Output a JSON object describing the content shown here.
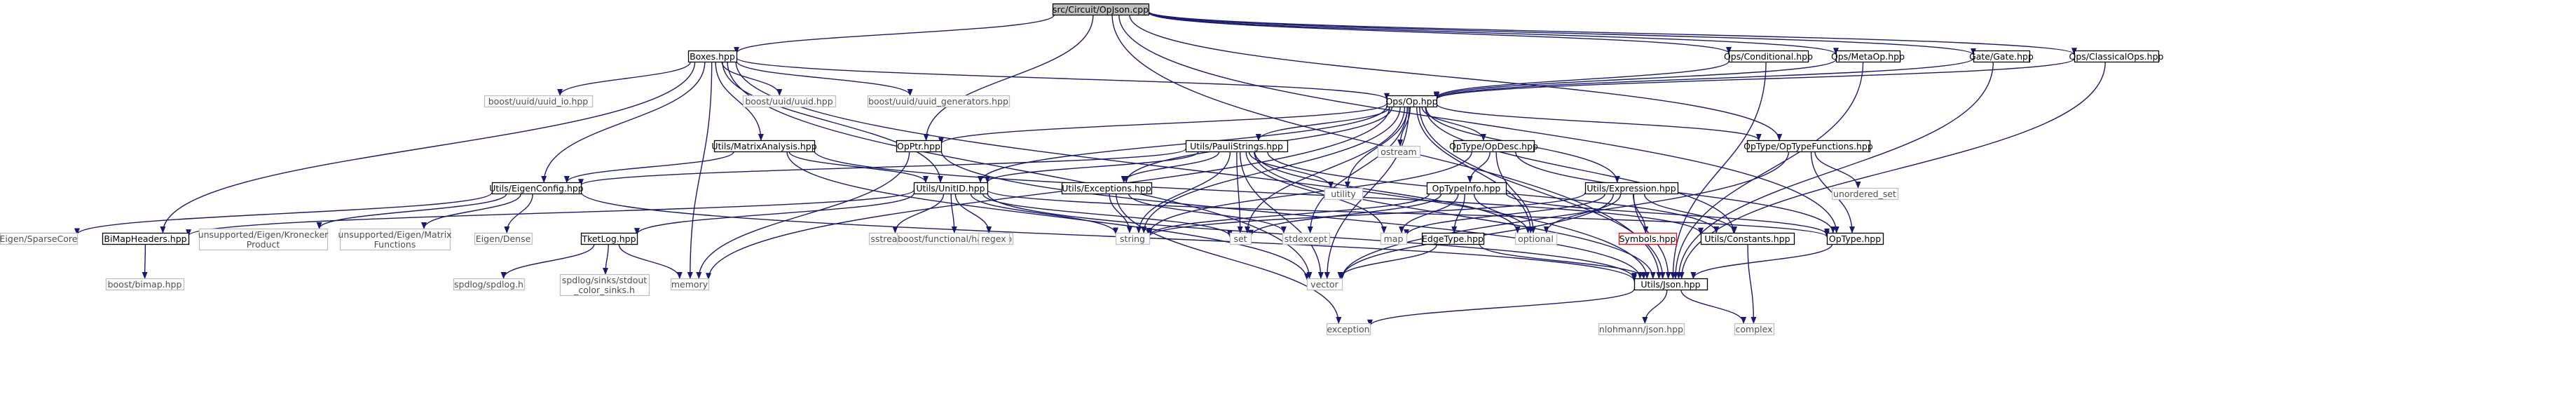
{
  "colors": {
    "edge": "#191970",
    "node_border": "#000000",
    "node_border_system": "#bfbfbf",
    "node_border_missing": "#ff0000",
    "root_fill": "#bfbfbf",
    "text": "#000000",
    "text_system": "#4d4d4d"
  },
  "nodes": [
    {
      "id": "root",
      "label": "src/Circuit/OpJson.cpp",
      "kind": "root"
    },
    {
      "id": "boxes",
      "label": "Boxes.hpp",
      "kind": "link"
    },
    {
      "id": "opcond",
      "label": "Ops/Conditional.hpp",
      "kind": "link"
    },
    {
      "id": "metaop",
      "label": "Ops/MetaOp.hpp",
      "kind": "link"
    },
    {
      "id": "gate",
      "label": "Gate/Gate.hpp",
      "kind": "link"
    },
    {
      "id": "classical",
      "label": "Ops/ClassicalOps.hpp",
      "kind": "link"
    },
    {
      "id": "uuid_io",
      "label": "boost/uuid/uuid_io.hpp",
      "kind": "system"
    },
    {
      "id": "uuid",
      "label": "boost/uuid/uuid.hpp",
      "kind": "system"
    },
    {
      "id": "uuid_gen",
      "label": "boost/uuid/uuid_generators.hpp",
      "kind": "system"
    },
    {
      "id": "opshpp",
      "label": "Ops/Op.hpp",
      "kind": "link"
    },
    {
      "id": "matrix",
      "label": "Utils/MatrixAnalysis.hpp",
      "kind": "link"
    },
    {
      "id": "opptr",
      "label": "OpPtr.hpp",
      "kind": "link"
    },
    {
      "id": "pauli",
      "label": "Utils/PauliStrings.hpp",
      "kind": "link"
    },
    {
      "id": "ostream",
      "label": "ostream",
      "kind": "system"
    },
    {
      "id": "opdesc",
      "label": "OpType/OpDesc.hpp",
      "kind": "link"
    },
    {
      "id": "optypefn",
      "label": "OpType/OpTypeFunctions.hpp",
      "kind": "link"
    },
    {
      "id": "eigencfg",
      "label": "Utils/EigenConfig.hpp",
      "kind": "link"
    },
    {
      "id": "unitid",
      "label": "Utils/UnitID.hpp",
      "kind": "link"
    },
    {
      "id": "exceptions",
      "label": "Utils/Exceptions.hpp",
      "kind": "link"
    },
    {
      "id": "utility",
      "label": "utility",
      "kind": "system"
    },
    {
      "id": "optypeinfo",
      "label": "OpTypeInfo.hpp",
      "kind": "link"
    },
    {
      "id": "expression",
      "label": "Utils/Expression.hpp",
      "kind": "link"
    },
    {
      "id": "unordered",
      "label": "unordered_set",
      "kind": "system"
    },
    {
      "id": "sparse",
      "label": "Eigen/SparseCore",
      "kind": "system"
    },
    {
      "id": "bimap",
      "label": "BiMapHeaders.hpp",
      "kind": "link"
    },
    {
      "id": "kron",
      "label": "unsupported/Eigen/Kronecker\nProduct",
      "kind": "system"
    },
    {
      "id": "matfn",
      "label": "unsupported/Eigen/Matrix\nFunctions",
      "kind": "system"
    },
    {
      "id": "dense",
      "label": "Eigen/Dense",
      "kind": "system"
    },
    {
      "id": "tketlog",
      "label": "TketLog.hpp",
      "kind": "link"
    },
    {
      "id": "sstream",
      "label": "sstream",
      "kind": "system"
    },
    {
      "id": "hash",
      "label": "boost/functional/hash.hpp",
      "kind": "system"
    },
    {
      "id": "regex",
      "label": "regex",
      "kind": "system"
    },
    {
      "id": "string",
      "label": "string",
      "kind": "system"
    },
    {
      "id": "set",
      "label": "set",
      "kind": "system"
    },
    {
      "id": "stdexcept",
      "label": "stdexcept",
      "kind": "system"
    },
    {
      "id": "map",
      "label": "map",
      "kind": "system"
    },
    {
      "id": "optional",
      "label": "optional",
      "kind": "system"
    },
    {
      "id": "edgetype",
      "label": "EdgeType.hpp",
      "kind": "link"
    },
    {
      "id": "symbols",
      "label": "Symbols.hpp",
      "kind": "missing"
    },
    {
      "id": "constants",
      "label": "Utils/Constants.hpp",
      "kind": "link"
    },
    {
      "id": "optype",
      "label": "OpType.hpp",
      "kind": "link"
    },
    {
      "id": "boostbimap",
      "label": "boost/bimap.hpp",
      "kind": "system"
    },
    {
      "id": "spdlog",
      "label": "spdlog/spdlog.h",
      "kind": "system"
    },
    {
      "id": "spdlogsinks",
      "label": "spdlog/sinks/stdout\n_color_sinks.h",
      "kind": "system"
    },
    {
      "id": "memory",
      "label": "memory",
      "kind": "system"
    },
    {
      "id": "vector",
      "label": "vector",
      "kind": "system"
    },
    {
      "id": "json",
      "label": "Utils/Json.hpp",
      "kind": "link"
    },
    {
      "id": "nlohmann",
      "label": "nlohmann/json.hpp",
      "kind": "system"
    },
    {
      "id": "complex",
      "label": "complex",
      "kind": "system"
    },
    {
      "id": "exception",
      "label": "exception",
      "kind": "system"
    }
  ],
  "edges": [
    [
      "root",
      "boxes"
    ],
    [
      "root",
      "opcond"
    ],
    [
      "root",
      "metaop"
    ],
    [
      "root",
      "gate"
    ],
    [
      "root",
      "classical"
    ],
    [
      "root",
      "opptr"
    ],
    [
      "root",
      "optypefn"
    ],
    [
      "root",
      "optype"
    ],
    [
      "root",
      "json"
    ],
    [
      "boxes",
      "uuid_io"
    ],
    [
      "boxes",
      "uuid"
    ],
    [
      "boxes",
      "uuid_gen"
    ],
    [
      "boxes",
      "opshpp"
    ],
    [
      "boxes",
      "matrix"
    ],
    [
      "boxes",
      "eigencfg"
    ],
    [
      "boxes",
      "unitid"
    ],
    [
      "boxes",
      "bimap"
    ],
    [
      "boxes",
      "memory"
    ],
    [
      "boxes",
      "vector"
    ],
    [
      "boxes",
      "json"
    ],
    [
      "opcond",
      "opshpp"
    ],
    [
      "opcond",
      "json"
    ],
    [
      "metaop",
      "opshpp"
    ],
    [
      "metaop",
      "json"
    ],
    [
      "gate",
      "opshpp"
    ],
    [
      "gate",
      "json"
    ],
    [
      "classical",
      "opshpp"
    ],
    [
      "classical",
      "json"
    ],
    [
      "opshpp",
      "opptr"
    ],
    [
      "opshpp",
      "pauli"
    ],
    [
      "opshpp",
      "ostream"
    ],
    [
      "opshpp",
      "opdesc"
    ],
    [
      "opshpp",
      "optypefn"
    ],
    [
      "opshpp",
      "unitid"
    ],
    [
      "opshpp",
      "exceptions"
    ],
    [
      "opshpp",
      "utility"
    ],
    [
      "opshpp",
      "expression"
    ],
    [
      "opshpp",
      "constants"
    ],
    [
      "opshpp",
      "json"
    ],
    [
      "opshpp",
      "memory"
    ],
    [
      "opshpp",
      "optional"
    ],
    [
      "opshpp",
      "set"
    ],
    [
      "opshpp",
      "string"
    ],
    [
      "opshpp",
      "vector"
    ],
    [
      "opshpp",
      "stdexcept"
    ],
    [
      "matrix",
      "eigencfg"
    ],
    [
      "matrix",
      "unitid"
    ],
    [
      "matrix",
      "constants"
    ],
    [
      "matrix",
      "vector"
    ],
    [
      "opptr",
      "memory"
    ],
    [
      "opptr",
      "json"
    ],
    [
      "pauli",
      "eigencfg"
    ],
    [
      "pauli",
      "unitid"
    ],
    [
      "pauli",
      "exceptions"
    ],
    [
      "pauli",
      "constants"
    ],
    [
      "pauli",
      "json"
    ],
    [
      "pauli",
      "string"
    ],
    [
      "pauli",
      "set"
    ],
    [
      "pauli",
      "map"
    ],
    [
      "pauli",
      "utility"
    ],
    [
      "pauli",
      "vector"
    ],
    [
      "pauli",
      "optional"
    ],
    [
      "opdesc",
      "optypeinfo"
    ],
    [
      "opdesc",
      "optype"
    ],
    [
      "opdesc",
      "optional"
    ],
    [
      "opdesc",
      "string"
    ],
    [
      "optypefn",
      "optype"
    ],
    [
      "optypefn",
      "unordered"
    ],
    [
      "optypefn",
      "vector"
    ],
    [
      "eigencfg",
      "sparse"
    ],
    [
      "eigencfg",
      "kron"
    ],
    [
      "eigencfg",
      "matfn"
    ],
    [
      "eigencfg",
      "dense"
    ],
    [
      "eigencfg",
      "json"
    ],
    [
      "unitid",
      "bimap"
    ],
    [
      "unitid",
      "tketlog"
    ],
    [
      "unitid",
      "sstream"
    ],
    [
      "unitid",
      "hash"
    ],
    [
      "unitid",
      "regex"
    ],
    [
      "unitid",
      "string"
    ],
    [
      "unitid",
      "set"
    ],
    [
      "unitid",
      "json"
    ],
    [
      "unitid",
      "optype"
    ],
    [
      "exceptions",
      "string"
    ],
    [
      "exceptions",
      "stdexcept"
    ],
    [
      "exceptions",
      "exception"
    ],
    [
      "optypeinfo",
      "edgetype"
    ],
    [
      "optypeinfo",
      "map"
    ],
    [
      "optypeinfo",
      "optional"
    ],
    [
      "optypeinfo",
      "string"
    ],
    [
      "optypeinfo",
      "set"
    ],
    [
      "optypeinfo",
      "optype"
    ],
    [
      "expression",
      "symbols"
    ],
    [
      "expression",
      "constants"
    ],
    [
      "expression",
      "map"
    ],
    [
      "expression",
      "optional"
    ],
    [
      "expression",
      "json"
    ],
    [
      "expression",
      "string"
    ],
    [
      "expression",
      "vector"
    ],
    [
      "edgetype",
      "json"
    ],
    [
      "edgetype",
      "vector"
    ],
    [
      "constants",
      "complex"
    ],
    [
      "optype",
      "json"
    ],
    [
      "bimap",
      "boostbimap"
    ],
    [
      "tketlog",
      "spdlog"
    ],
    [
      "tketlog",
      "spdlogsinks"
    ],
    [
      "tketlog",
      "memory"
    ],
    [
      "json",
      "nlohmann"
    ],
    [
      "json",
      "complex"
    ],
    [
      "json",
      "exception"
    ]
  ]
}
